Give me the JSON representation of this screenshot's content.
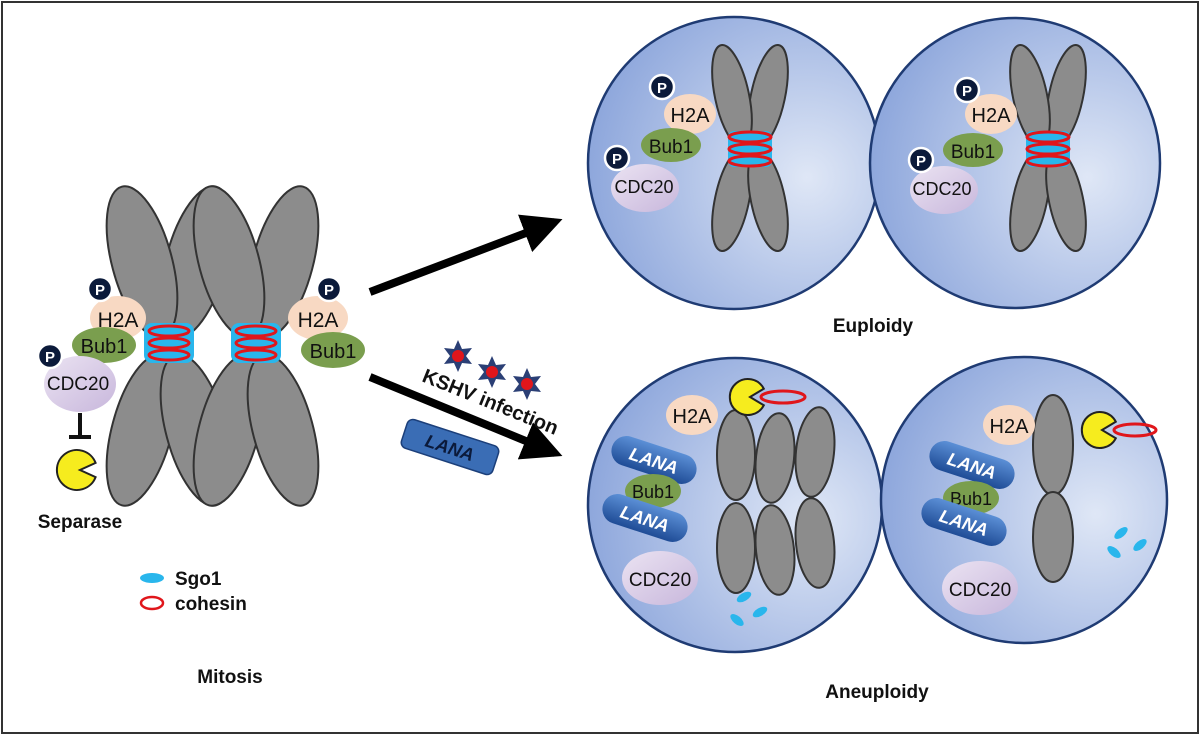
{
  "proteins": {
    "p": "P",
    "h2a": "H2A",
    "bub1": "Bub1",
    "cdc20": "CDC20",
    "lana": "LANA"
  },
  "labels": {
    "separase": "Separase",
    "mitosis": "Mitosis",
    "euploidy": "Euploidy",
    "aneuploidy": "Aneuploidy",
    "kshv_infection": "KSHV infection",
    "lana_box": "LANA"
  },
  "legend": {
    "sgo1": "Sgo1",
    "cohesin": "cohesin"
  },
  "colors": {
    "chromosome": "#8c8c8c",
    "sgo1": "#29b6ec",
    "cohesin": "#e0161b",
    "separase": "#f6ec1e",
    "h2a": "#f8d9c3",
    "bub1": "#7a9e4e",
    "cdc20": "#d9cde5",
    "lana": "#3a6db5",
    "cell": "#a9bde6",
    "virus": "#2b3f75",
    "p_badge": "#0b1a3a"
  },
  "icons": [
    "phosphate-badge-icon",
    "separase-pacman-icon",
    "kshv-virus-icon",
    "inhibition-icon",
    "arrow-icon"
  ]
}
